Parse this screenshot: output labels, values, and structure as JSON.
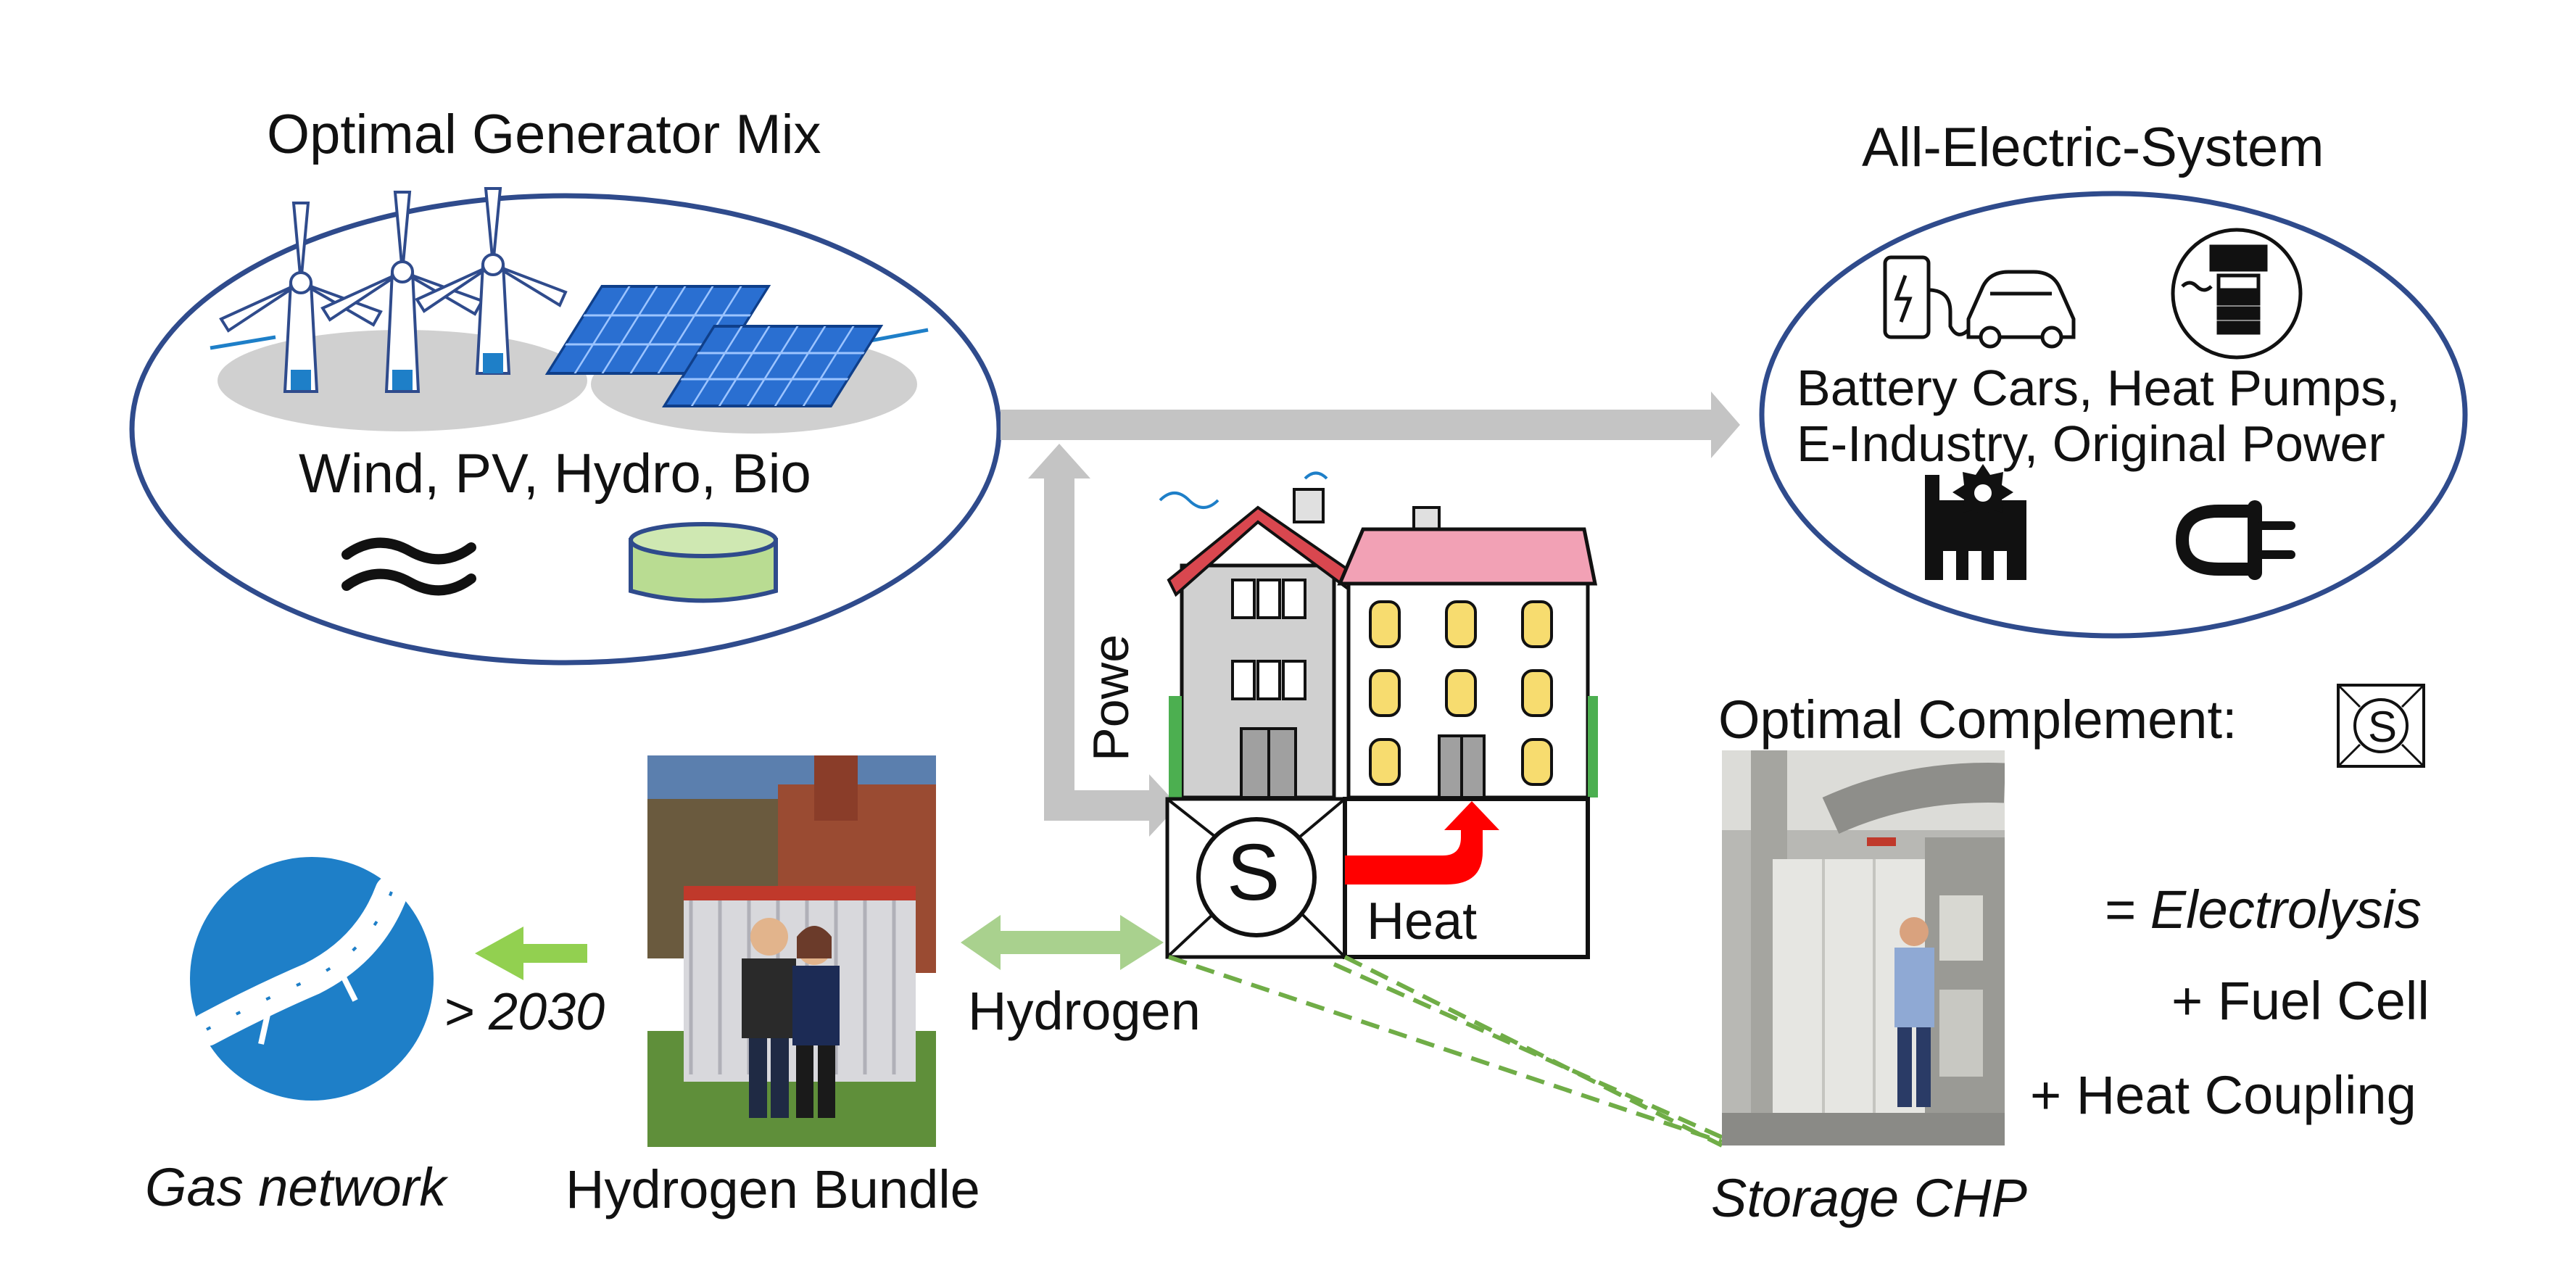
{
  "generator": {
    "title": "Optimal Generator Mix",
    "sources": "Wind, PV, Hydro, Bio"
  },
  "electric": {
    "title": "All-Electric-System",
    "line1": "Battery Cars, Heat Pumps,",
    "line2": "E-Industry, Original Power"
  },
  "house": {
    "power_label": "Powe",
    "heat_label": "Heat",
    "storage_symbol": "S"
  },
  "complement": {
    "title": "Optimal Complement:",
    "symbol": "S",
    "items": [
      "= Electrolysis",
      "+ Fuel Cell",
      "+ Heat Coupling"
    ],
    "caption": "Storage CHP"
  },
  "hydrogen": {
    "link_label": "Hydrogen",
    "bundle_caption": "Hydrogen Bundle",
    "year_label": "> 2030"
  },
  "gas": {
    "caption": "Gas network"
  },
  "colors": {
    "ellipse_stroke": "#2f4b8c",
    "power_arrow": "#c4c4c4",
    "heat_arrow": "#ff0000",
    "hydrogen_arrow": "#a9d18e",
    "gas_arrow": "#92d050",
    "gas_circle": "#1e7fc8",
    "pv_panel": "#2a6fd1",
    "bio_tank": "#b9dc92",
    "roof_red": "#d9474f",
    "roof_pink": "#f2a1b5",
    "window_yellow": "#f7dc6f"
  }
}
